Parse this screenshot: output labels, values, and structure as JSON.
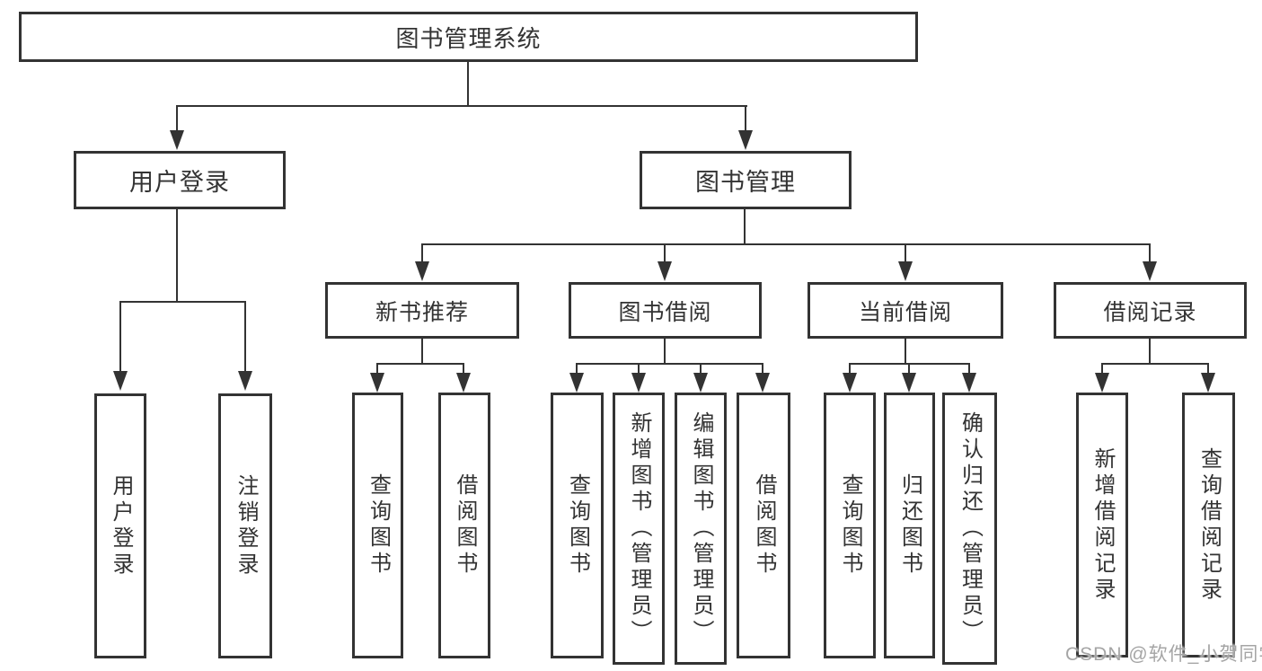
{
  "tree": {
    "root": "图书管理系统",
    "branches": [
      {
        "label": "用户登录",
        "children": [
          "用户登录",
          "注销登录"
        ]
      },
      {
        "label": "图书管理",
        "children": [
          {
            "label": "新书推荐",
            "children": [
              "查询图书",
              "借阅图书"
            ]
          },
          {
            "label": "图书借阅",
            "children": [
              "查询图书",
              "新增图书（管理员）",
              "编辑图书（管理员）",
              "借阅图书"
            ]
          },
          {
            "label": "当前借阅",
            "children": [
              "查询图书",
              "归还图书",
              "确认归还（管理员）"
            ]
          },
          {
            "label": "借阅记录",
            "children": [
              "新增借阅记录",
              "查询借阅记录"
            ]
          }
        ]
      }
    ]
  },
  "watermark": {
    "text": "CSDN @软件_小贺同学"
  },
  "colors": {
    "line": "#333333",
    "text": "#333333",
    "watermark": "#a5a5a5",
    "background": "#ffffff",
    "box_fill": "#ffffff"
  }
}
